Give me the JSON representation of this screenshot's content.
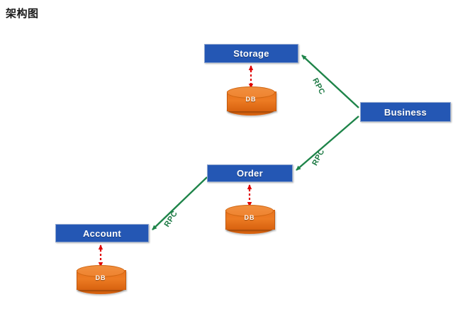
{
  "page": {
    "title": "架构图",
    "background": "#ffffff"
  },
  "palette": {
    "service_box_fill": "#2457b4",
    "service_box_border": "#8fa6cf",
    "service_label_color": "#ffffff",
    "database_fill": "#e8701a",
    "database_top_fill": "#f08f3e",
    "rpc_line_color": "#1e8449",
    "rpc_label_color": "#1e7a45",
    "db_link_color": "#e00000"
  },
  "nodes": {
    "storage": {
      "label": "Storage",
      "type": "service"
    },
    "business": {
      "label": "Business",
      "type": "service"
    },
    "order": {
      "label": "Order",
      "type": "service"
    },
    "account": {
      "label": "Account",
      "type": "service"
    },
    "storage_db": {
      "label": "DB",
      "type": "database"
    },
    "order_db": {
      "label": "DB",
      "type": "database"
    },
    "account_db": {
      "label": "DB",
      "type": "database"
    }
  },
  "edges": [
    {
      "id": "rpc-top",
      "from": "business",
      "to": "storage",
      "label": "RPC",
      "style": "solid-green",
      "arrow": "to"
    },
    {
      "id": "rpc-mid",
      "from": "business",
      "to": "order",
      "label": "RPC",
      "style": "solid-green",
      "arrow": "to"
    },
    {
      "id": "rpc-bottom",
      "from": "order",
      "to": "account",
      "label": "RPC",
      "style": "solid-green",
      "arrow": "to"
    },
    {
      "id": "db-storage",
      "from": "storage",
      "to": "storage_db",
      "label": "",
      "style": "dashed-red",
      "arrow": "both"
    },
    {
      "id": "db-order",
      "from": "order",
      "to": "order_db",
      "label": "",
      "style": "dashed-red",
      "arrow": "both"
    },
    {
      "id": "db-account",
      "from": "account",
      "to": "account_db",
      "label": "",
      "style": "dashed-red",
      "arrow": "both"
    }
  ]
}
